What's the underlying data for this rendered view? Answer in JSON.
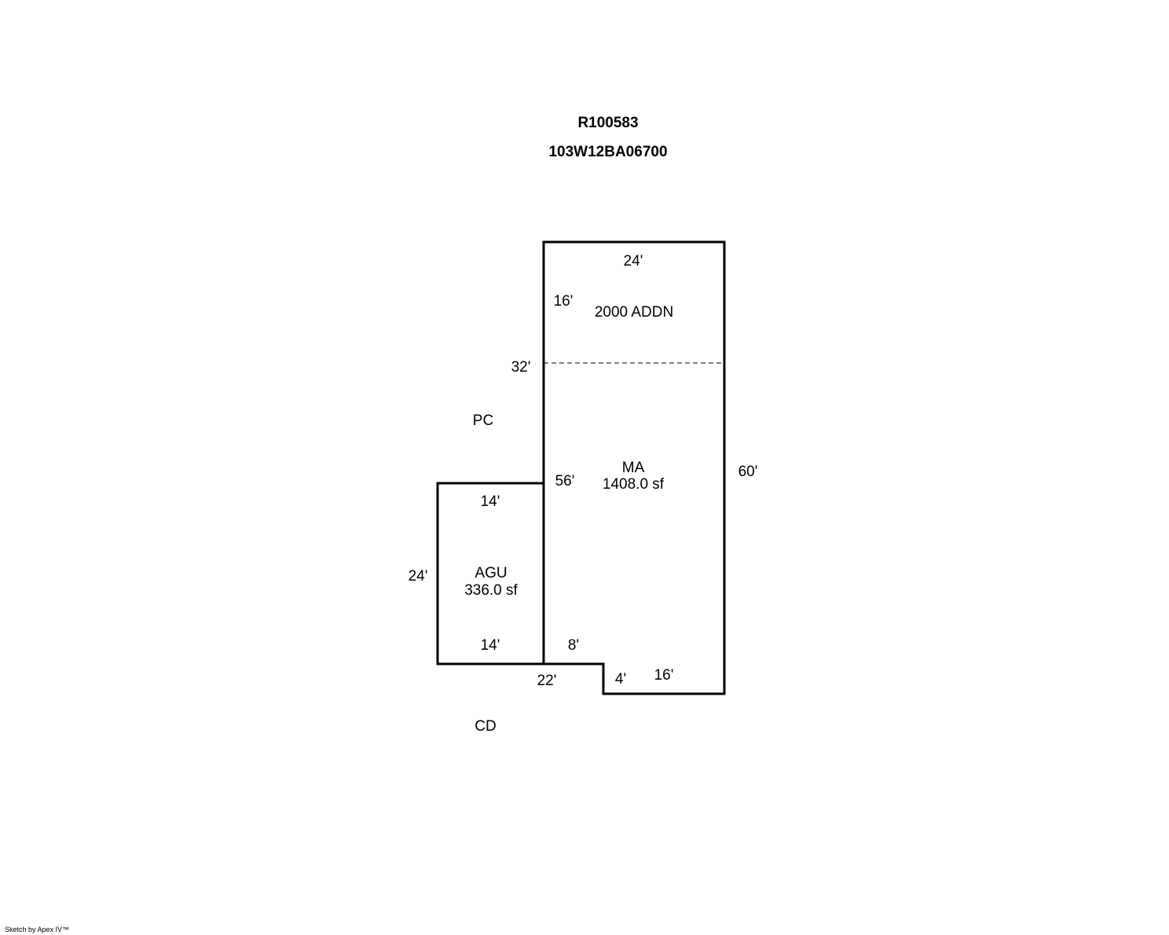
{
  "header": {
    "account_id": "R100583",
    "map_tax_lot": "103W12BA06700"
  },
  "areas": {
    "main": {
      "code": "MA",
      "area": "1408.0 sf"
    },
    "addition": {
      "label": "2000 ADDN"
    },
    "garage": {
      "code": "AGU",
      "area": "336.0 sf"
    },
    "porch_covered": {
      "label": "PC"
    },
    "deck": {
      "label": "CD"
    }
  },
  "dimensions": {
    "main_top": "24'",
    "addition_left": "16'",
    "main_left_upper": "32'",
    "main_right": "60'",
    "main_left_lower": "56'",
    "garage_top": "14'",
    "garage_left": "24'",
    "garage_bottom": "14'",
    "notch_left": "8'",
    "bottom_left": "22'",
    "notch_step": "4'",
    "bottom_right": "16'"
  },
  "footer": {
    "credit": "Sketch by Apex IV™"
  }
}
